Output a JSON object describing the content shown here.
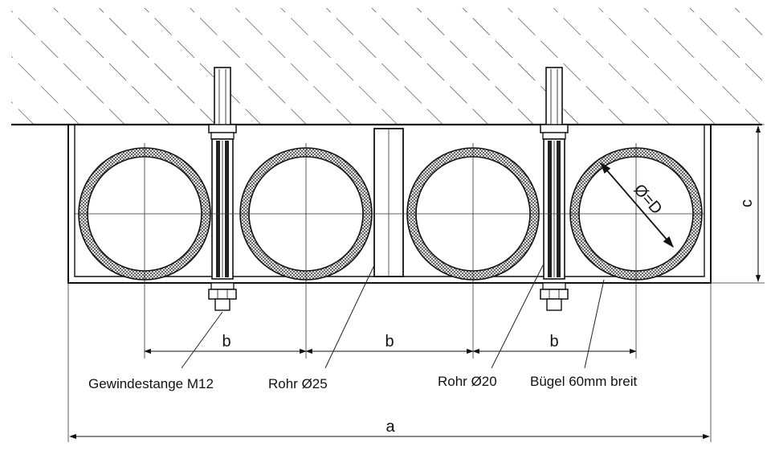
{
  "labels": {
    "threaded_rod": "Gewindestange M12",
    "pipe_25": "Rohr Ø25",
    "pipe_20": "Rohr Ø20",
    "bracket": "Bügel 60mm breit",
    "diameter": "Ø=D"
  },
  "dimensions": {
    "b1": "b",
    "b2": "b",
    "b3": "b",
    "a": "a",
    "c": "c"
  }
}
